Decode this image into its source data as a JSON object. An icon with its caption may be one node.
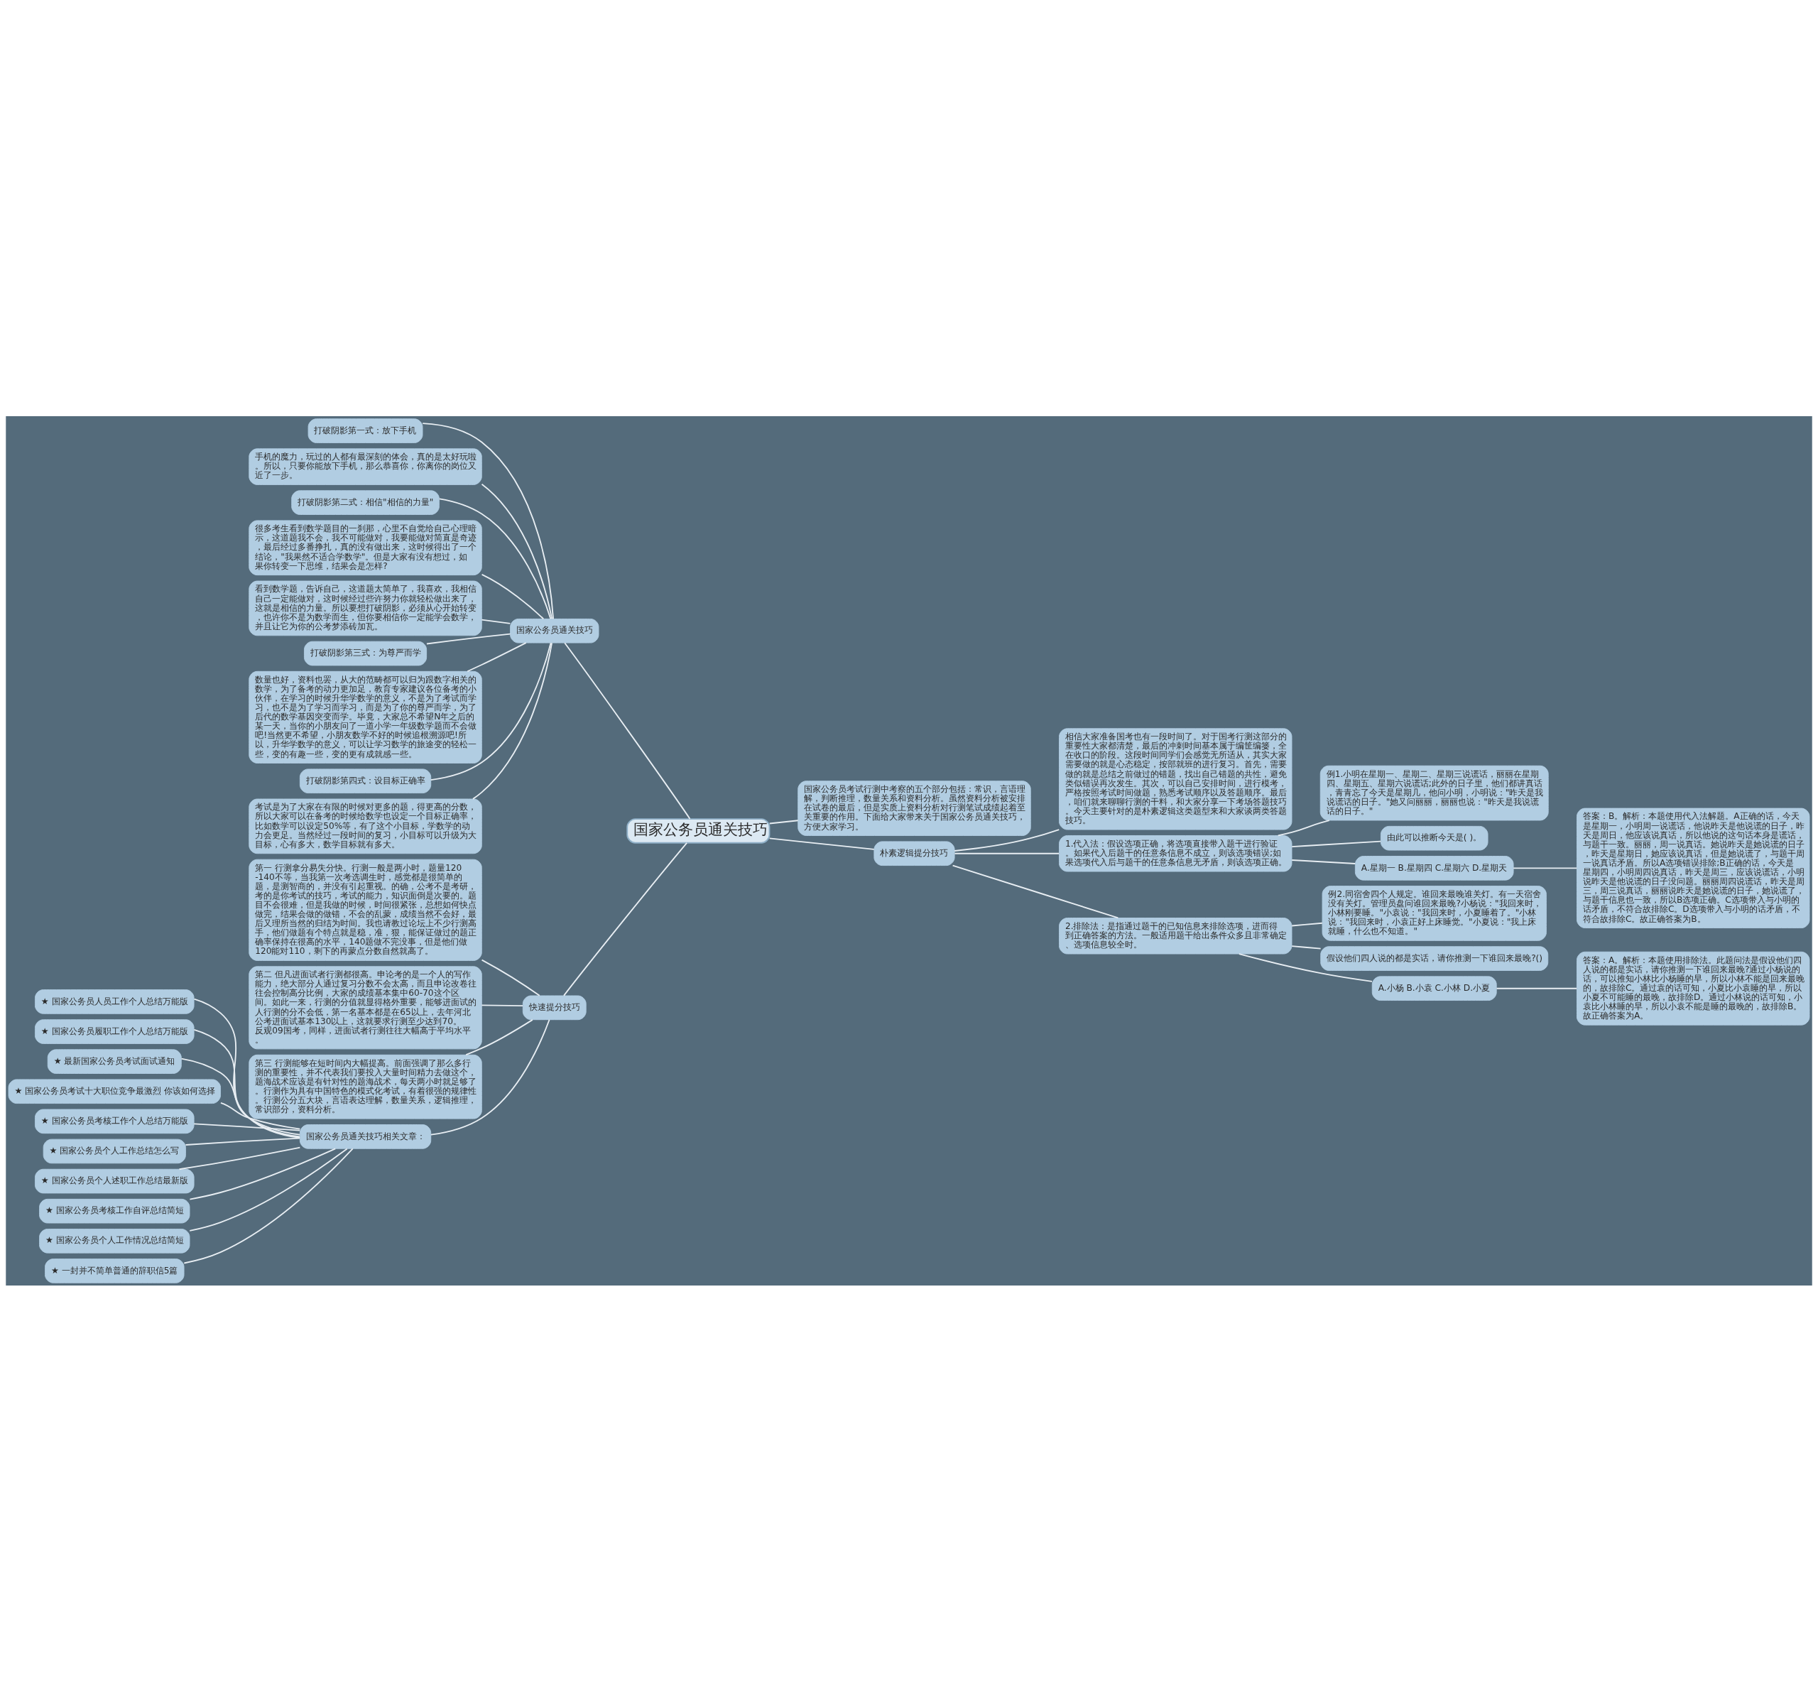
{
  "diagram": {
    "nodes": [
      {
        "text": [
          "国家公务员通关技巧"
        ]
      },
      {
        "text": [
          "国家公务员通关技巧"
        ]
      },
      {
        "text": [
          "打破阴影第一式：放下手机"
        ]
      },
      {
        "text": [
          "手机的魔力，玩过的人都有最深刻的体会，真的是太好玩啦。所以，只要你能放下手机，那么恭喜你，你离你的岗位又近了一步。"
        ]
      },
      {
        "text": [
          "打破阴影第二式：相信\"相信的力量\""
        ]
      },
      {
        "text": [
          "很多考生看到数学题目的一刹那，心里不自觉给自己心理暗示，这道题我不会，我不可能做对，我要能做对简直是奇迹，最后经过多番挣扎，真的没有做出来，这时候得出了一个结论，\"我果然不适合学数学\"。但是大家有没有想过，如果你转变一下思维，结果会是怎样?"
        ]
      },
      {
        "text": [
          "看到数学题，告诉自己，这道题太简单了，我喜欢，我相信自己一定能做对，这时候经过些许努力你就轻松做出来了，这就是相信的力量。所以要想打破阴影，必须从心开始转变，也许你不是为数学而生，但你要相信你一定能学会数学，并且让它为你的公考梦添砖加瓦。"
        ]
      },
      {
        "text": [
          "打破阴影第三式：为尊严而学"
        ]
      },
      {
        "text": [
          "数量也好，资料也罢，从大的范畴都可以归为跟数字相关的数学，为了备考的动力更加足，教育专家建议各位备考的小伙伴，在学习的时候升华学数学的意义，不是为了考试而学习，也不是为了学习而学习，而是为了你的尊严而学，为了后代的数学基因突变而学。毕竟，大家总不希望N年之后的某一天，当你的小朋友问了一道小学一年级数学题而不会做吧!当然更不希望，小朋友数学不好的时候追根溯源吧!所以，升华学数学的意义，可以让学习数学的旅途变的轻松一些，变的有趣一些，变的更有成就感一些。"
        ]
      },
      {
        "text": [
          "打破阴影第四式：设目标正确率"
        ]
      },
      {
        "text": [
          "考试是为了大家在有限的时候对更多的题，得更高的分数，所以大家可以在备考的时候给数学也设定一个目标正确率，比如数学可以设定50%等，有了这个小目标，学数学的动力会更足。当然经过一段时间的复习，小目标可以升级为大目标，心有多大，数学目标就有多大。"
        ]
      },
      {
        "text": [
          "快速提分技巧"
        ]
      },
      {
        "text": [
          "第一 行测拿分易失分快。行测一般是两小时，题量120-140不等，当我第一次考选调生时，感觉都是很简单的题，是测智商的，并没有引起重视。的确，公考不是考研，考的是你考试的技巧，考试的能力，知识面倒是次要的。题目不会很难，但是我做的时候，时间很紧张，总想如何快点做完，结果会做的做错，不会的乱蒙，成绩当然不会好，最后又理所当然的归结为时间。我也请教过论坛上不少行测高手，他们做题有个特点就是稳，准，狠，能保证做过的题正确率保持在很高的水平，140题做不完没事，但是他们做120能对110，剩下的再蒙点分数自然就高了。"
        ]
      },
      {
        "text": [
          "第二 但凡进面试者行测都很高。申论考的是一个人的写作能力，绝大部分人通过复习分数不会太高，而且申论改卷往往会控制高分比例，大家的成绩基本集中60-70这个区间。如此一来，行测的分值就显得格外重要，能够进面试的人行测的分不会低，第一名基本都是在65以上，去年河北公考进面试基本130以上，这就要求行测至少达到70。反观09国考，同样，进面试者行测往往大幅高于平均水平。"
        ]
      },
      {
        "text": [
          "第三 行测能够在短时间内大幅提高。前面强调了那么多行测的重要性，并不代表我们要投入大量时间精力去做这个，题海战术应该是有针对性的题海战术，每天两小时就足够了。行测作为具有中国特色的模式化考试，有着很强的规律性。行测公分五大块，言语表达理解，数量关系，逻辑推理，常识部分，资料分析。"
        ]
      },
      {
        "text": [
          "国家公务员通关技巧相关文章："
        ]
      },
      {
        "text": [
          "★ 国家公务员人员工作个人总结万能版"
        ]
      },
      {
        "text": [
          "★ 国家公务员履职工作个人总结万能版"
        ]
      },
      {
        "text": [
          "★ 最新国家公务员考试面试通知"
        ]
      },
      {
        "text": [
          "★ 国家公务员考试十大职位竞争最激烈 你该如何选择"
        ]
      },
      {
        "text": [
          "★ 国家公务员考核工作个人总结万能版"
        ]
      },
      {
        "text": [
          "★ 国家公务员个人工作总结怎么写"
        ]
      },
      {
        "text": [
          "★ 国家公务员个人述职工作总结最新版"
        ]
      },
      {
        "text": [
          "★ 国家公务员考核工作自评总结简短"
        ]
      },
      {
        "text": [
          "★ 国家公务员个人工作情况总结简短"
        ]
      },
      {
        "text": [
          "★ 一封并不简单普通的辞职信5篇"
        ]
      },
      {
        "text": [
          "国家公务员考试行测中考察的五个部分包括：常识，言语理解，判断推理，数量关系和资料分析。虽然资料分析被安排在试卷的最后，但是实质上资料分析对行测笔试成绩起着至关重要的作用。下面给大家带来关于国家公务员通关技巧，方便大家学习。"
        ]
      },
      {
        "text": [
          "朴素逻辑提分技巧"
        ]
      },
      {
        "text": [
          "相信大家准备国考也有一段时间了。对于国考行测这部分的重要性大家都清楚，最后的冲刺时间基本属于编筐编篓，全在收口的阶段。这段时间同学们会感觉无所适从，其实大家需要做的就是心态稳定，按部就班的进行复习。首先，需要做的就是总结之前做过的错题，找出自己错题的共性，避免类似错误再次发生。其次，可以自己安排时间，进行模考，严格按照考试时间做题，熟悉考试顺序以及答题顺序。最后，咱们就来聊聊行测的干料，和大家分享一下考场答题技巧。今天主要针对的是朴素逻辑这类题型来和大家谈两类答题技巧。"
        ]
      },
      {
        "text": [
          "1.代入法：假设选项正确，将选项直接带入题干进行验证。如果代入后题干的任意条信息不成立，则该选项错误;如果选项代入后与题干的任意条信息无矛盾，则该选项正确。"
        ]
      },
      {
        "text": [
          "例1.小明在星期一、星期二、星期三说谎话，丽丽在星期四、星期五、星期六说谎话;此外的日子里，他们都讲真话，青青忘了今天是星期几，他问小明，小明说：\"昨天是我说谎话的日子。\"她又问丽丽，丽丽也说：\"昨天是我说谎话的日子。\""
        ]
      },
      {
        "text": [
          "由此可以推断今天是( )。"
        ]
      },
      {
        "text": [
          "A.星期一 B.星期四 C.星期六 D.星期天"
        ]
      },
      {
        "text": [
          "答案：B。解析：本题使用代入法解题。A正确的话，今天是星期一，小明周一说谎话，他说昨天是他说谎的日子，昨天是周日，他应该说真话，所以他说的这句话本身是谎话，与题干一致。丽丽，周一说真话。她说昨天是她说谎的日子，昨天是星期日，她应该说真话，但是她说谎了，与题干周一说真话矛盾。所以A选项错误排除;B正确的话，今天是星期四，小明周四说真话，昨天是周三，应该说谎话，小明说昨天是他说谎的日子没问题。丽丽周四说谎话，昨天是周三，周三说真话，丽丽说昨天是她说谎的日子，她说谎了，与题干信息也一致，所以B选项正确。C选项带入与小明的话矛盾，不符合故排除C。D选项带入与小明的话矛盾，不符合故排除C。故正确答案为B。"
        ]
      },
      {
        "text": [
          "2.排除法：是指通过题干的已知信息来排除选项，进而得到正确答案的方法。一般适用题干给出条件众多且非常确定、选项信息较全时。"
        ]
      },
      {
        "text": [
          "例2.同宿舍四个人规定。谁回来最晚谁关灯。有一天宿舍没有关灯。管理员盘问谁回来最晚?小杨说：\"我回来时，小林刚要睡。\"小袁说：\"我回来时，小夏睡着了。\"小林说：\"我回来时，小袁正好上床睡觉。\"小夏说：\"我上床就睡，什么也不知道。\""
        ]
      },
      {
        "text": [
          "假设他们四人说的都是实话，请你推测一下谁回来最晚?()"
        ]
      },
      {
        "text": [
          "A.小杨 B.小袁 C.小林 D.小夏"
        ]
      },
      {
        "text": [
          "答案：A。解析：本题使用排除法。此题问法是假设他们四人说的都是实话，请你推测一下谁回来最晚?通过小杨说的话，可以推知小林比小杨睡的早，所以小林不能是回来最晚的，故排除C。通过袁的话可知，小夏比小袁睡的早，所以小夏不可能睡的最晚，故排除D。通过小林说的话可知，小袁比小林睡的早，所以小袁不能是睡的最晚的，故排除B。故正确答案为A。"
        ]
      }
    ],
    "edges": [
      {
        "from": 0,
        "to": 1,
        "arrow": "none"
      },
      {
        "from": 1,
        "to": 2,
        "arrow": "none"
      },
      {
        "from": 1,
        "to": 3,
        "arrow": "none"
      },
      {
        "from": 1,
        "to": 4,
        "arrow": "none"
      },
      {
        "from": 1,
        "to": 5,
        "arrow": "none"
      },
      {
        "from": 1,
        "to": 6,
        "arrow": "none"
      },
      {
        "from": 1,
        "to": 7,
        "arrow": "none"
      },
      {
        "from": 1,
        "to": 8,
        "arrow": "none"
      },
      {
        "from": 1,
        "to": 9,
        "arrow": "none"
      },
      {
        "from": 1,
        "to": 10,
        "arrow": "none"
      },
      {
        "from": 0,
        "to": 11,
        "arrow": "none"
      },
      {
        "from": 11,
        "to": 12,
        "arrow": "none"
      },
      {
        "from": 11,
        "to": 13,
        "arrow": "none"
      },
      {
        "from": 11,
        "to": 14,
        "arrow": "none"
      },
      {
        "from": 11,
        "to": 15,
        "arrow": "none"
      },
      {
        "from": 15,
        "to": 16,
        "arrow": "none"
      },
      {
        "from": 15,
        "to": 17,
        "arrow": "none"
      },
      {
        "from": 15,
        "to": 18,
        "arrow": "none"
      },
      {
        "from": 15,
        "to": 19,
        "arrow": "none"
      },
      {
        "from": 15,
        "to": 20,
        "arrow": "none"
      },
      {
        "from": 15,
        "to": 21,
        "arrow": "none"
      },
      {
        "from": 15,
        "to": 22,
        "arrow": "none"
      },
      {
        "from": 15,
        "to": 23,
        "arrow": "none"
      },
      {
        "from": 15,
        "to": 24,
        "arrow": "none"
      },
      {
        "from": 15,
        "to": 25,
        "arrow": "none"
      },
      {
        "from": 0,
        "to": 26,
        "arrow": "none"
      },
      {
        "from": 0,
        "to": 27,
        "arrow": "none"
      },
      {
        "from": 27,
        "to": 28,
        "arrow": "none"
      },
      {
        "from": 27,
        "to": 29,
        "arrow": "none"
      },
      {
        "from": 29,
        "to": 30,
        "arrow": "none"
      },
      {
        "from": 29,
        "to": 31,
        "arrow": "none"
      },
      {
        "from": 29,
        "to": 32,
        "arrow": "none"
      },
      {
        "from": 32,
        "to": 33,
        "arrow": "none"
      },
      {
        "from": 27,
        "to": 34,
        "arrow": "none"
      },
      {
        "from": 34,
        "to": 35,
        "arrow": "none"
      },
      {
        "from": 34,
        "to": 36,
        "arrow": "none"
      },
      {
        "from": 34,
        "to": 37,
        "arrow": "none"
      },
      {
        "from": 37,
        "to": 38,
        "arrow": "none"
      }
    ]
  }
}
